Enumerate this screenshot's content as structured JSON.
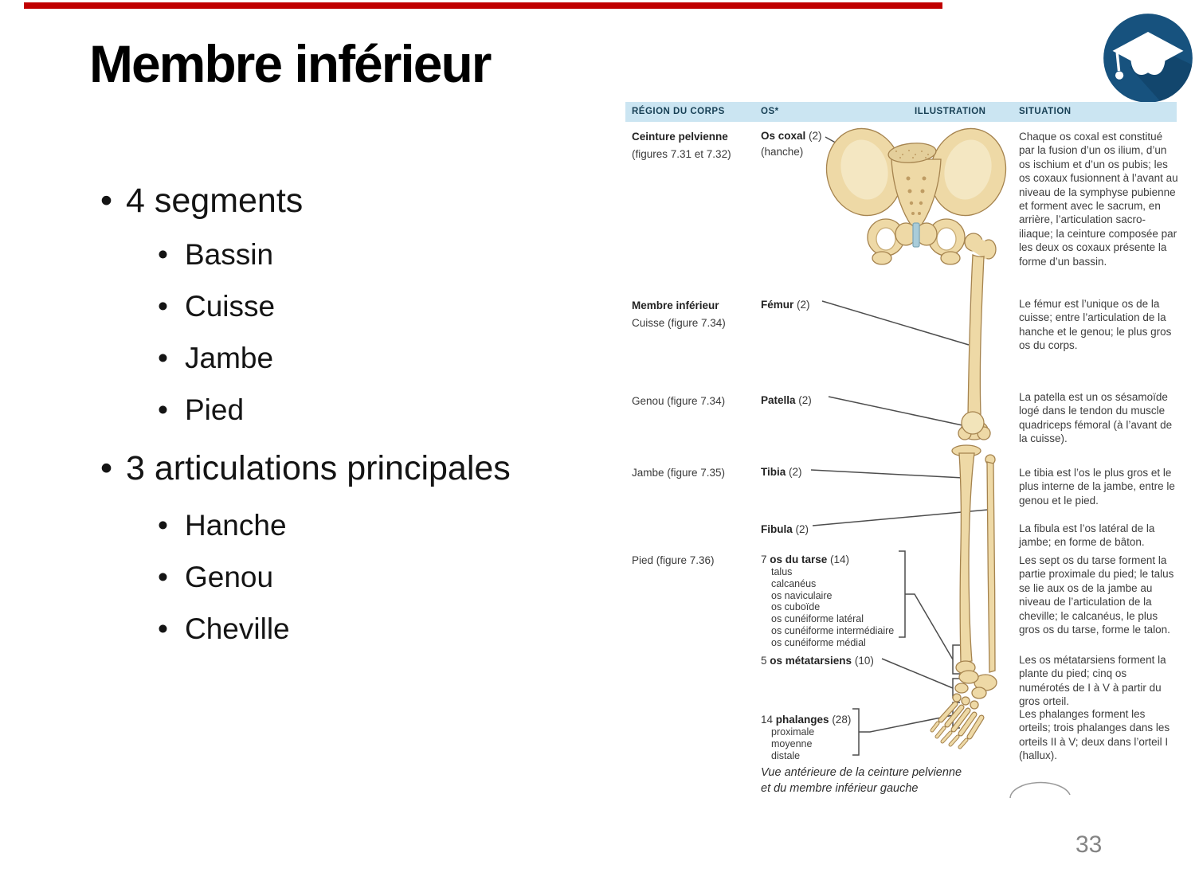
{
  "slide": {
    "title": "Membre inférieur",
    "page_number": "33",
    "bullet_glyph": "•"
  },
  "colors": {
    "accent_bar": "#c00000",
    "logo_blue": "#17527e",
    "table_header_bg": "#cbe5f2",
    "table_header_text": "#173f54",
    "bone_fill": "#eed9a6"
  },
  "bullets": [
    {
      "text": "4 segments"
    },
    {
      "text": "Bassin"
    },
    {
      "text": "Cuisse"
    },
    {
      "text": "Jambe"
    },
    {
      "text": "Pied"
    },
    {
      "text": "3 articulations principales"
    },
    {
      "text": "Hanche"
    },
    {
      "text": "Genou"
    },
    {
      "text": "Cheville"
    }
  ],
  "figure": {
    "headers": [
      "RÉGION DU CORPS",
      "OS*",
      "ILLUSTRATION",
      "SITUATION"
    ],
    "regions": [
      {
        "line1": "Ceinture pelvienne",
        "line2": "(figures 7.31 et 7.32)"
      },
      {
        "line1": "Membre inférieur",
        "line2": "Cuisse (figure 7.34)"
      },
      {
        "line1": "Genou (figure 7.34)"
      },
      {
        "line1": "Jambe (figure 7.35)"
      },
      {
        "line1": "Pied (figure 7.36)"
      }
    ],
    "bones": [
      {
        "prefix": "",
        "name": "Os coxal",
        "count": " (2)",
        "sub": "(hanche)"
      },
      {
        "prefix": "",
        "name": "Fémur",
        "count": " (2)"
      },
      {
        "prefix": "",
        "name": "Patella",
        "count": " (2)"
      },
      {
        "prefix": "",
        "name": "Tibia",
        "count": " (2)"
      },
      {
        "prefix": "",
        "name": "Fibula",
        "count": " (2)"
      },
      {
        "prefix": "7 ",
        "name": "os du tarse",
        "count": " (14)",
        "items": [
          "talus",
          "calcanéus",
          "os naviculaire",
          "os cuboïde",
          "os cunéiforme latéral",
          "os cunéiforme intermédiaire",
          "os cunéiforme médial"
        ]
      },
      {
        "prefix": "5 ",
        "name": "os métatarsiens",
        "count": " (10)"
      },
      {
        "prefix": "14 ",
        "name": "phalanges",
        "count": " (28)",
        "items": [
          "proximale",
          "moyenne",
          "distale"
        ]
      }
    ],
    "situations": [
      "Chaque os coxal est constitué par la fusion d’un os ilium, d’un os ischium et d’un os pubis; les os coxaux fusionnent à l’avant au niveau de la symphyse pubienne et forment avec le sacrum, en arrière, l’articulation sacro-iliaque; la ceinture composée par les deux os coxaux présente la forme d’un bassin.",
      "Le fémur est l’unique os de la cuisse; entre l’articulation de la hanche et le genou; le plus gros os du corps.",
      "La patella est un os sésamoïde logé dans le tendon du muscle quadriceps fémoral (à l’avant de la cuisse).",
      "Le tibia est l’os le plus gros et le plus interne de la jambe, entre le genou et le pied.",
      "La fibula est l’os latéral de la jambe; en forme de bâton.",
      "Les sept os du tarse forment la partie proximale du pied; le talus se lie aux os de la jambe au niveau de l’articulation de la cheville; le calcanéus, le plus gros os du tarse, forme le talon.",
      "Les os métatarsiens forment la plante du pied; cinq os numérotés de I à V à partir du gros orteil.",
      "Les phalanges forment les orteils; trois phalanges dans les orteils II à V; deux dans l’orteil I (hallux)."
    ],
    "caption": [
      "Vue antérieure de la ceinture pelvienne",
      "et du membre inférieur gauche"
    ]
  }
}
